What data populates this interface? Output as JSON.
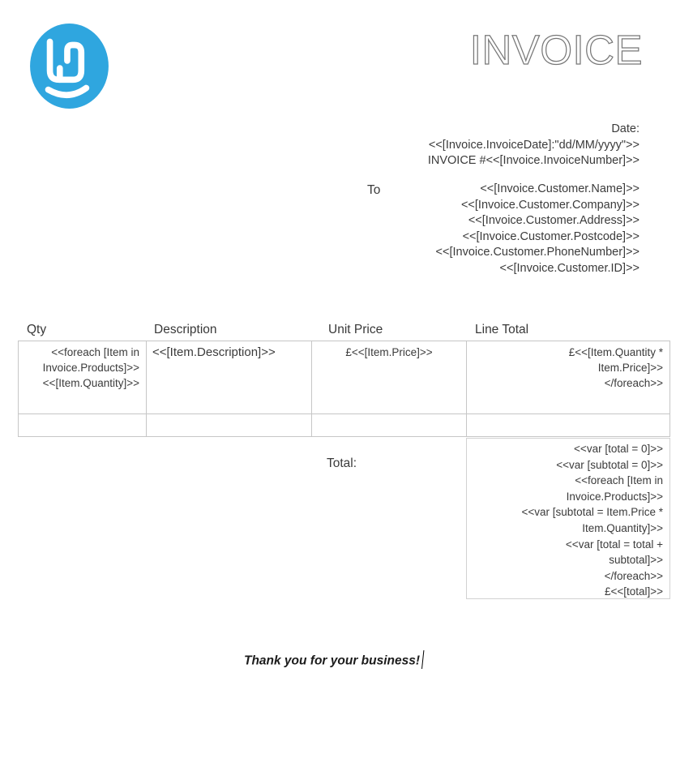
{
  "document": {
    "title": "INVOICE"
  },
  "colors": {
    "brand_blue": "#2fa6df",
    "title_gray": "#6e6e6e"
  },
  "invoice_meta": {
    "date_label": "Date:",
    "date_field": "<<[Invoice.InvoiceDate]:\"dd/MM/yyyy\">>",
    "number_field": "INVOICE #<<[Invoice.InvoiceNumber]>>"
  },
  "recipient": {
    "label": "To",
    "name": "<<[Invoice.Customer.Name]>>",
    "company": "<<[Invoice.Customer.Company]>>",
    "address": "<<[Invoice.Customer.Address]>>",
    "postcode": "<<[Invoice.Customer.Postcode]>>",
    "phone": "<<[Invoice.Customer.PhoneNumber]>>",
    "customer_id": "<<[Invoice.Customer.ID]>>"
  },
  "items_table": {
    "headers": {
      "qty": "Qty",
      "description": "Description",
      "unit_price": "Unit Price",
      "line_total": "Line Total"
    },
    "row": {
      "qty": "<<foreach [Item in\nInvoice.Products]>>\n<<[Item.Quantity]>>",
      "description": "<<[Item.Description]>>",
      "unit_price": "£<<[Item.Price]>>",
      "line_total": "£<<[Item.Quantity *\nItem.Price]>>\n</foreach>>"
    }
  },
  "totals": {
    "label": "Total:",
    "calculation": "<<var [total = 0]>>\n<<var [subtotal = 0]>>\n<<foreach [Item in\nInvoice.Products]>>\n<<var [subtotal = Item.Price *\nItem.Quantity]>>\n<<var [total = total +\nsubtotal]>>\n</foreach>>\n£<<[total]>>"
  },
  "footer": {
    "thank_you": "Thank you for your business!"
  }
}
